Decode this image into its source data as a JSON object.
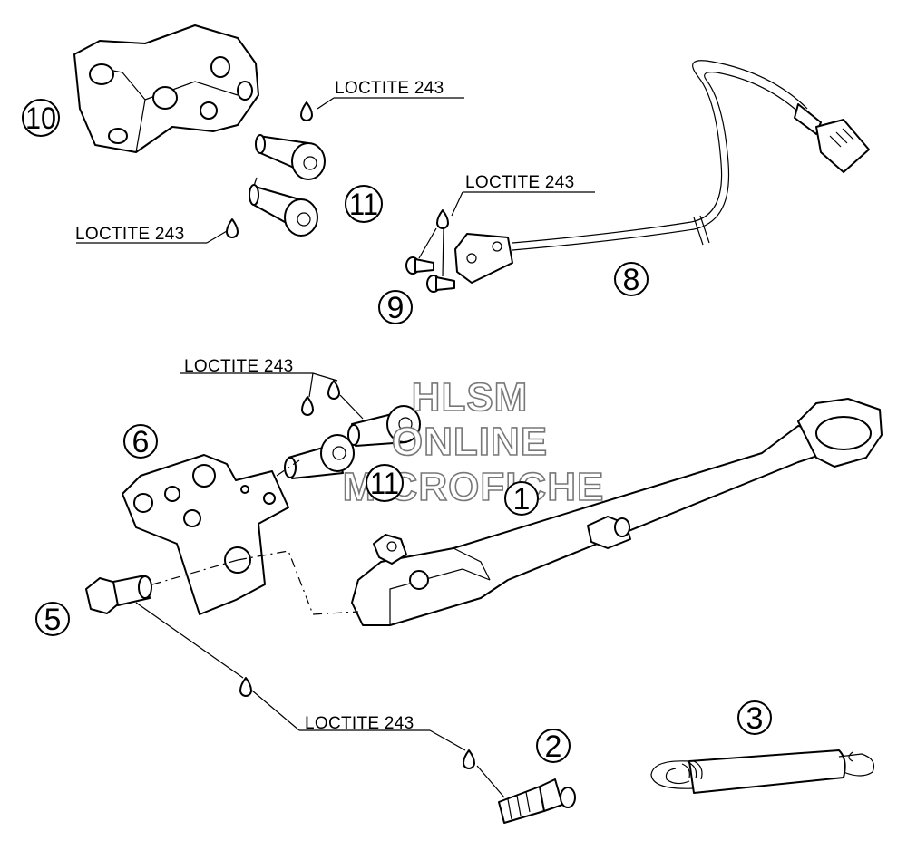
{
  "callouts": [
    {
      "id": "1",
      "label": "1"
    },
    {
      "id": "2",
      "label": "2"
    },
    {
      "id": "3",
      "label": "3"
    },
    {
      "id": "5",
      "label": "5"
    },
    {
      "id": "6",
      "label": "6"
    },
    {
      "id": "8",
      "label": "8"
    },
    {
      "id": "9",
      "label": "9"
    },
    {
      "id": "10",
      "label": "10"
    },
    {
      "id": "11a",
      "label": "11"
    },
    {
      "id": "11b",
      "label": "11"
    }
  ],
  "notes": {
    "loctite": "LOCTITE 243"
  },
  "watermark": {
    "line1": "HLSM",
    "line2": "ONLINE",
    "line3": "MICROFICHE",
    "color": "#777777"
  }
}
